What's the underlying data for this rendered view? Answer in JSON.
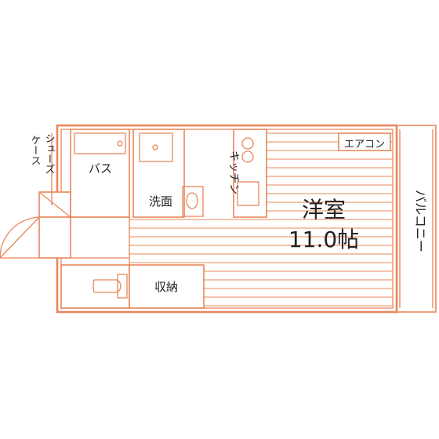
{
  "rooms": {
    "western_room": {
      "name": "洋室",
      "size": "11.0帖"
    },
    "bath": "バス",
    "washroom": "洗面",
    "kitchen": "キッチン",
    "storage": "収納",
    "air_conditioner": "エアコン",
    "balcony": "バルコニー",
    "shoe_case_line1": "シューズ",
    "shoe_case_line2": "ケース"
  },
  "colors": {
    "wall": "#e8875a",
    "text": "#222222",
    "background": "#ffffff"
  }
}
